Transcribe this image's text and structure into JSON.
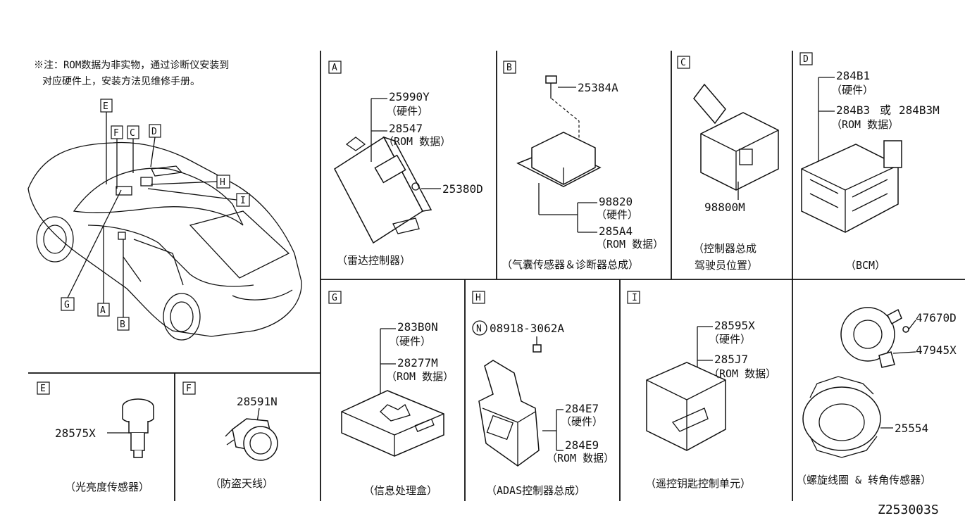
{
  "note": {
    "line1": "※注：ROM数据为非实物，通过诊断仪安装到",
    "line2": "对应硬件上，安装方法见维修手册。"
  },
  "car_callouts": [
    "E",
    "F",
    "C",
    "D",
    "H",
    "I",
    "G",
    "A",
    "B"
  ],
  "panels": {
    "A": {
      "letter": "A",
      "caption": "（雷达控制器）",
      "parts": [
        {
          "no": "25990Y",
          "desc": "（硬件）"
        },
        {
          "no": "28547",
          "desc": "（ROM 数据）"
        },
        {
          "no": "25380D",
          "desc": ""
        }
      ]
    },
    "B": {
      "letter": "B",
      "caption": "（气囊传感器＆诊断器总成）",
      "parts": [
        {
          "no": "25384A",
          "desc": ""
        },
        {
          "no": "98820",
          "desc": "（硬件）"
        },
        {
          "no": "285A4",
          "desc": "（ROM 数据）"
        }
      ]
    },
    "C": {
      "letter": "C",
      "caption1": "（控制器总成",
      "caption2": "驾驶员位置）",
      "parts": [
        {
          "no": "98800M",
          "desc": ""
        }
      ]
    },
    "D": {
      "letter": "D",
      "caption": "（BCM）",
      "parts": [
        {
          "no": "284B1",
          "desc": "（硬件）"
        },
        {
          "no": "284B3",
          "desc": "（ROM 数据）"
        }
      ],
      "alt": "或",
      "alt_no": "284B3M"
    },
    "E": {
      "letter": "E",
      "caption": "（光亮度传感器）",
      "parts": [
        {
          "no": "28575X",
          "desc": ""
        }
      ]
    },
    "F": {
      "letter": "F",
      "caption": "（防盗天线）",
      "parts": [
        {
          "no": "28591N",
          "desc": ""
        }
      ]
    },
    "G": {
      "letter": "G",
      "caption": "（信息处理盒）",
      "parts": [
        {
          "no": "283B0N",
          "desc": "（硬件）"
        },
        {
          "no": "28277M",
          "desc": "（ROM 数据）"
        }
      ]
    },
    "H": {
      "letter": "H",
      "caption": "（ADAS控制器总成）",
      "n_mark": "N",
      "parts": [
        {
          "no": "08918-3062A",
          "desc": ""
        },
        {
          "no": "284E7",
          "desc": "（硬件）"
        },
        {
          "no": "284E9",
          "desc": "（ROM 数据）"
        }
      ]
    },
    "I": {
      "letter": "I",
      "caption": "（遥控钥匙控制单元）",
      "parts": [
        {
          "no": "28595X",
          "desc": "（硬件）"
        },
        {
          "no": "285J7",
          "desc": "（ROM 数据）"
        }
      ]
    },
    "J": {
      "caption": "（螺旋线圈 & 转角传感器）",
      "parts": [
        {
          "no": "47670D",
          "desc": ""
        },
        {
          "no": "47945X",
          "desc": ""
        },
        {
          "no": "25554",
          "desc": ""
        }
      ]
    }
  },
  "diagram_code": "Z253003S"
}
